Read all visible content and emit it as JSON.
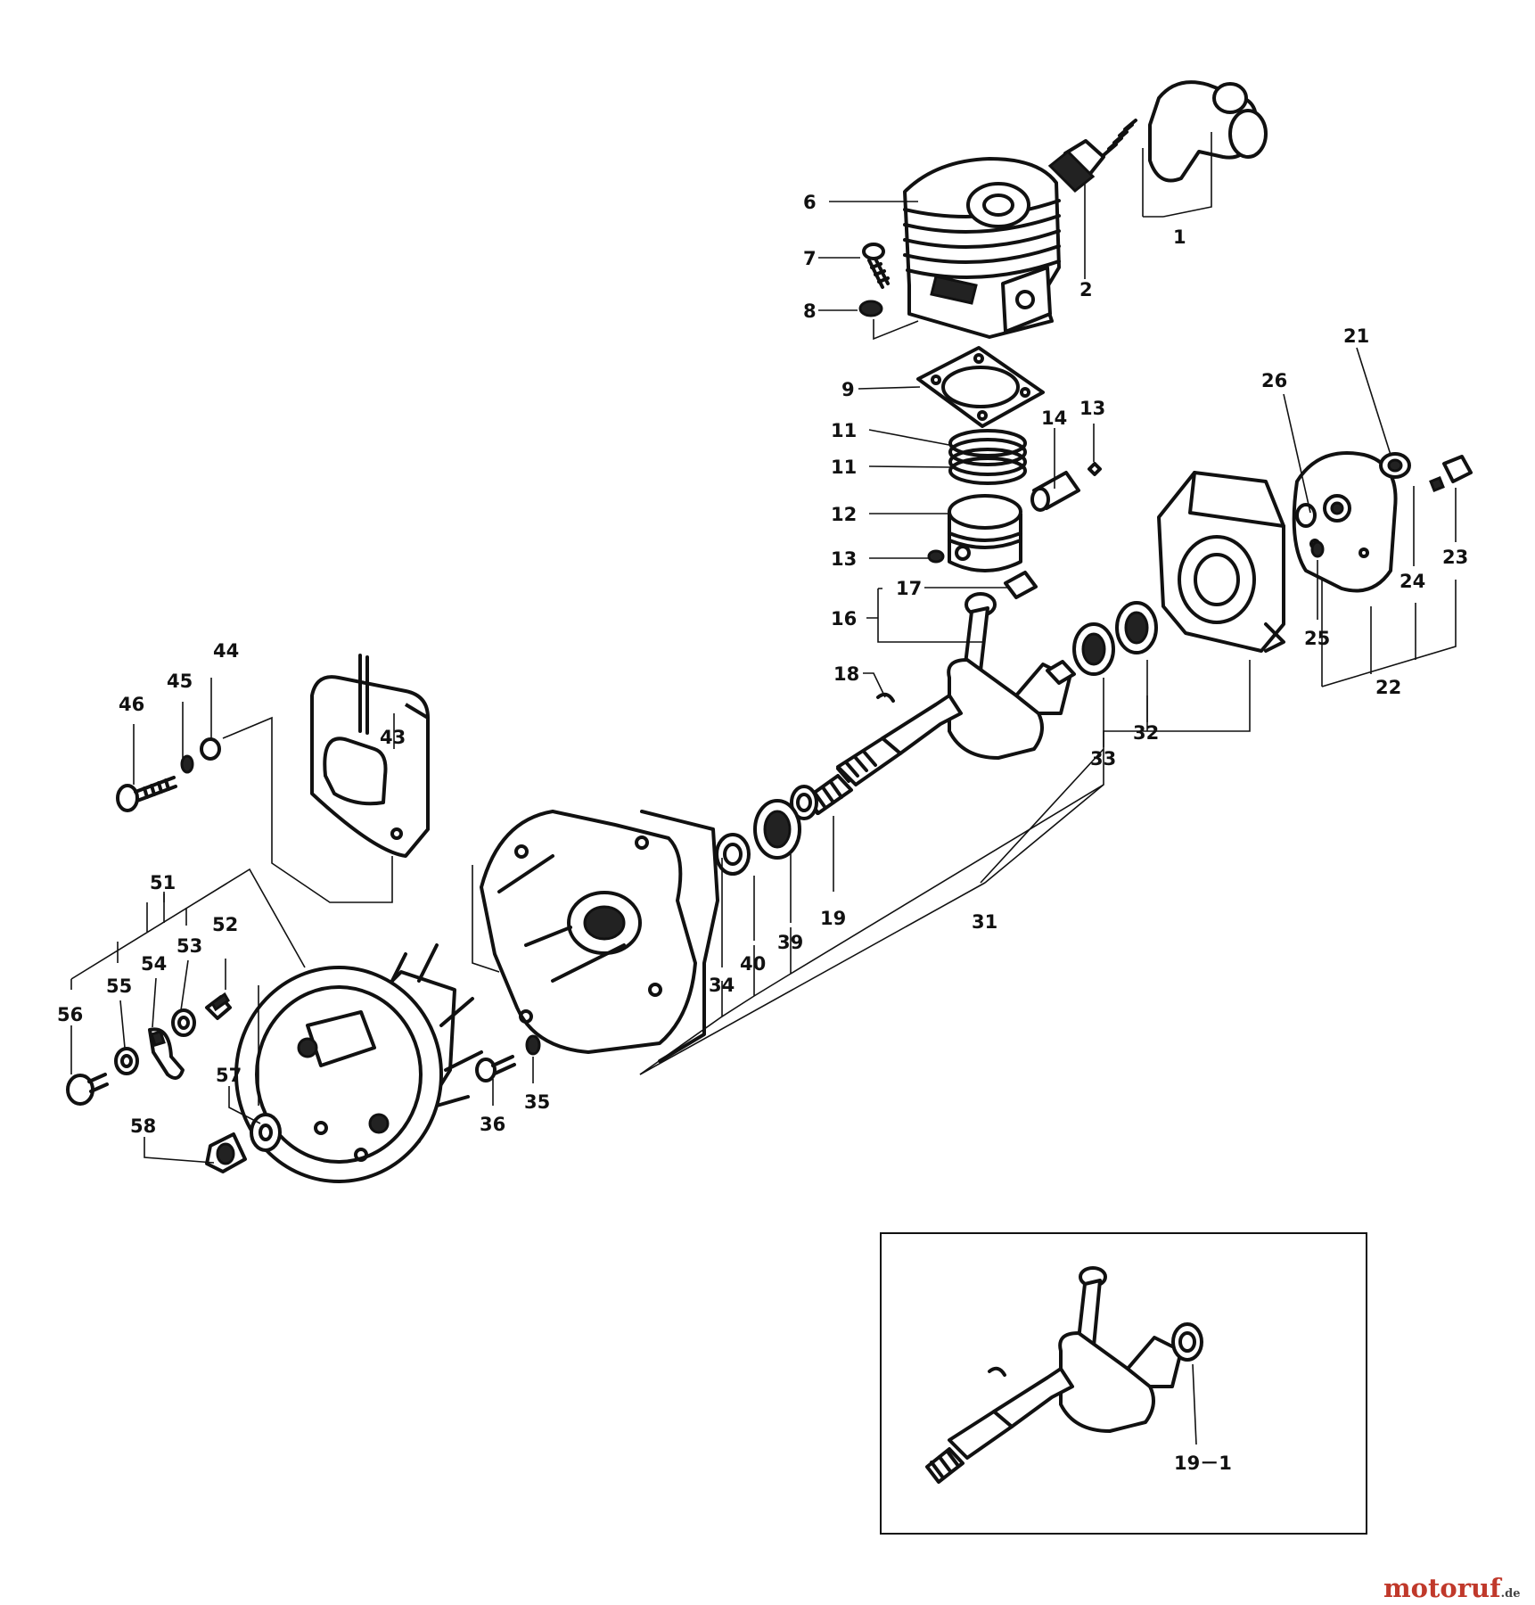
{
  "parts": {
    "p1": "1",
    "p2": "2",
    "p6": "6",
    "p7": "7",
    "p8": "8",
    "p9": "9",
    "p11a": "11",
    "p11b": "11",
    "p12": "12",
    "p13a": "13",
    "p13b": "13",
    "p14": "14",
    "p16": "16",
    "p17": "17",
    "p18": "18",
    "p19": "19",
    "p19_1": "19－1",
    "p21": "21",
    "p22": "22",
    "p23": "23",
    "p24": "24",
    "p25": "25",
    "p26": "26",
    "p31": "31",
    "p32": "32",
    "p33": "33",
    "p34": "34",
    "p35": "35",
    "p36": "36",
    "p39": "39",
    "p40": "40",
    "p43": "43",
    "p44": "44",
    "p45": "45",
    "p46": "46",
    "p51": "51",
    "p52": "52",
    "p53": "53",
    "p54": "54",
    "p55": "55",
    "p56": "56",
    "p57": "57",
    "p58": "58"
  },
  "watermark": {
    "text": "motoruf",
    "suffix": ".de",
    "color": "#c0392b"
  }
}
